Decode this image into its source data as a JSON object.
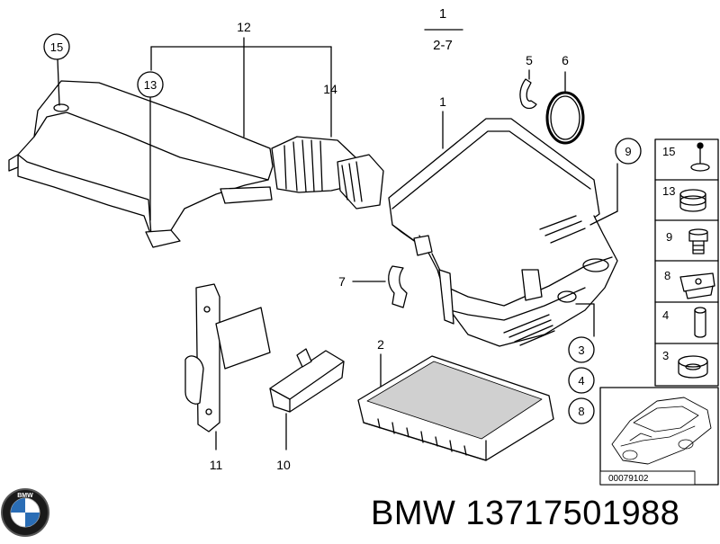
{
  "callouts": {
    "c1_top": "1",
    "c2_7": "2-7",
    "c12": "12",
    "c14": "14",
    "c15": "15",
    "c13": "13",
    "c5": "5",
    "c6": "6",
    "c1": "1",
    "c9": "9",
    "c7": "7",
    "c2": "2",
    "c3": "3",
    "c4": "4",
    "c8": "8",
    "c11": "11",
    "c10": "10"
  },
  "legend": {
    "rows": [
      "15",
      "13",
      "9",
      "8",
      "4",
      "3"
    ]
  },
  "diagram_code": "00079102",
  "logo": {
    "text": "BMW"
  },
  "footer": {
    "brand": "BMW",
    "part_number": "13717501988",
    "full": "BMW 13717501988"
  },
  "colors": {
    "line": "#000000",
    "part_fill": "#ffffff",
    "shade": "#d0d0d0",
    "logo_blue": "#2a6db5"
  }
}
